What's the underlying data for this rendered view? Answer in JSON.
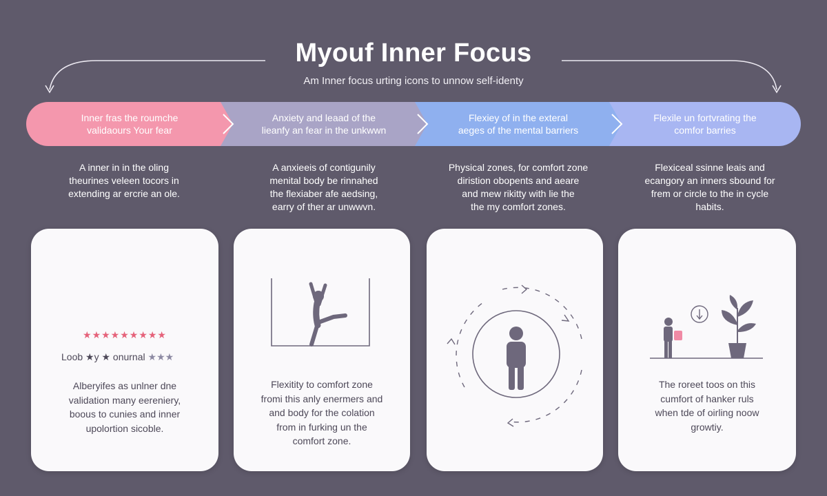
{
  "title": "Myouf Inner Focus",
  "subtitle": "Am Inner focus urting icons to unnow self-identy",
  "colors": {
    "background": "#5f5a6b",
    "stage_1": "#f497ad",
    "stage_2": "#a9a4c6",
    "stage_3": "#8fb0ef",
    "stage_4": "#a8b6f2",
    "card": "#faf9fb",
    "star_accent": "#e5627a"
  },
  "stages": [
    {
      "line1": "Inner fras the roumche",
      "line2": "validaours Your fear"
    },
    {
      "line1": "Anxiety and leaad of the",
      "line2": "lieanfy an fear in the unkwwn"
    },
    {
      "line1": "Flexiey of in the exteral",
      "line2": "aeges of the mental barriers"
    },
    {
      "line1": "Flexile un fortvrating the",
      "line2": "comfor barries"
    }
  ],
  "descriptions": [
    {
      "lines": [
        "A inner in in the oling",
        "theurines veleen tocors in",
        "extending ar ercrie an ole."
      ]
    },
    {
      "lines": [
        "A anxieeis of contigunily",
        "menital body be rinnahed",
        "the flexiaber afe aedsing,",
        "earry of ther ar unwwvn."
      ]
    },
    {
      "lines": [
        "Physical zones, for comfort zone",
        "diristion obopents and aeare",
        "and mew rikitty with lie the",
        "the my comfort zones."
      ]
    },
    {
      "lines": [
        "Flexiceal ssinne leais and",
        "ecangory an inners sbound for",
        "frem or circle to the in cycle",
        "habits."
      ]
    }
  ],
  "cards": [
    {
      "stars": "★★★★★★★★★",
      "rating_label": "Loob ★y ★ onurnal",
      "rating_stars": "★★★",
      "lines": [
        "Alberyifes as unlner dne",
        "validation many eereniery,",
        "boous to cunies and inner",
        "upolortion sicoble."
      ],
      "icon": "stars-rating-icon"
    },
    {
      "lines": [
        "Flexitity to comfort zone",
        "fromi this anly enermers and",
        "and body for the colation",
        "from in furking un the",
        "comfort zone."
      ],
      "icon": "leaping-figure-icon"
    },
    {
      "lines": [],
      "icon": "person-in-circle-cycle-icon"
    },
    {
      "lines": [
        "The roreet toos on this",
        "cumfort of hanker ruls",
        "when tde of oirling noow",
        "growtiy."
      ],
      "icon": "person-and-plant-icon"
    }
  ]
}
